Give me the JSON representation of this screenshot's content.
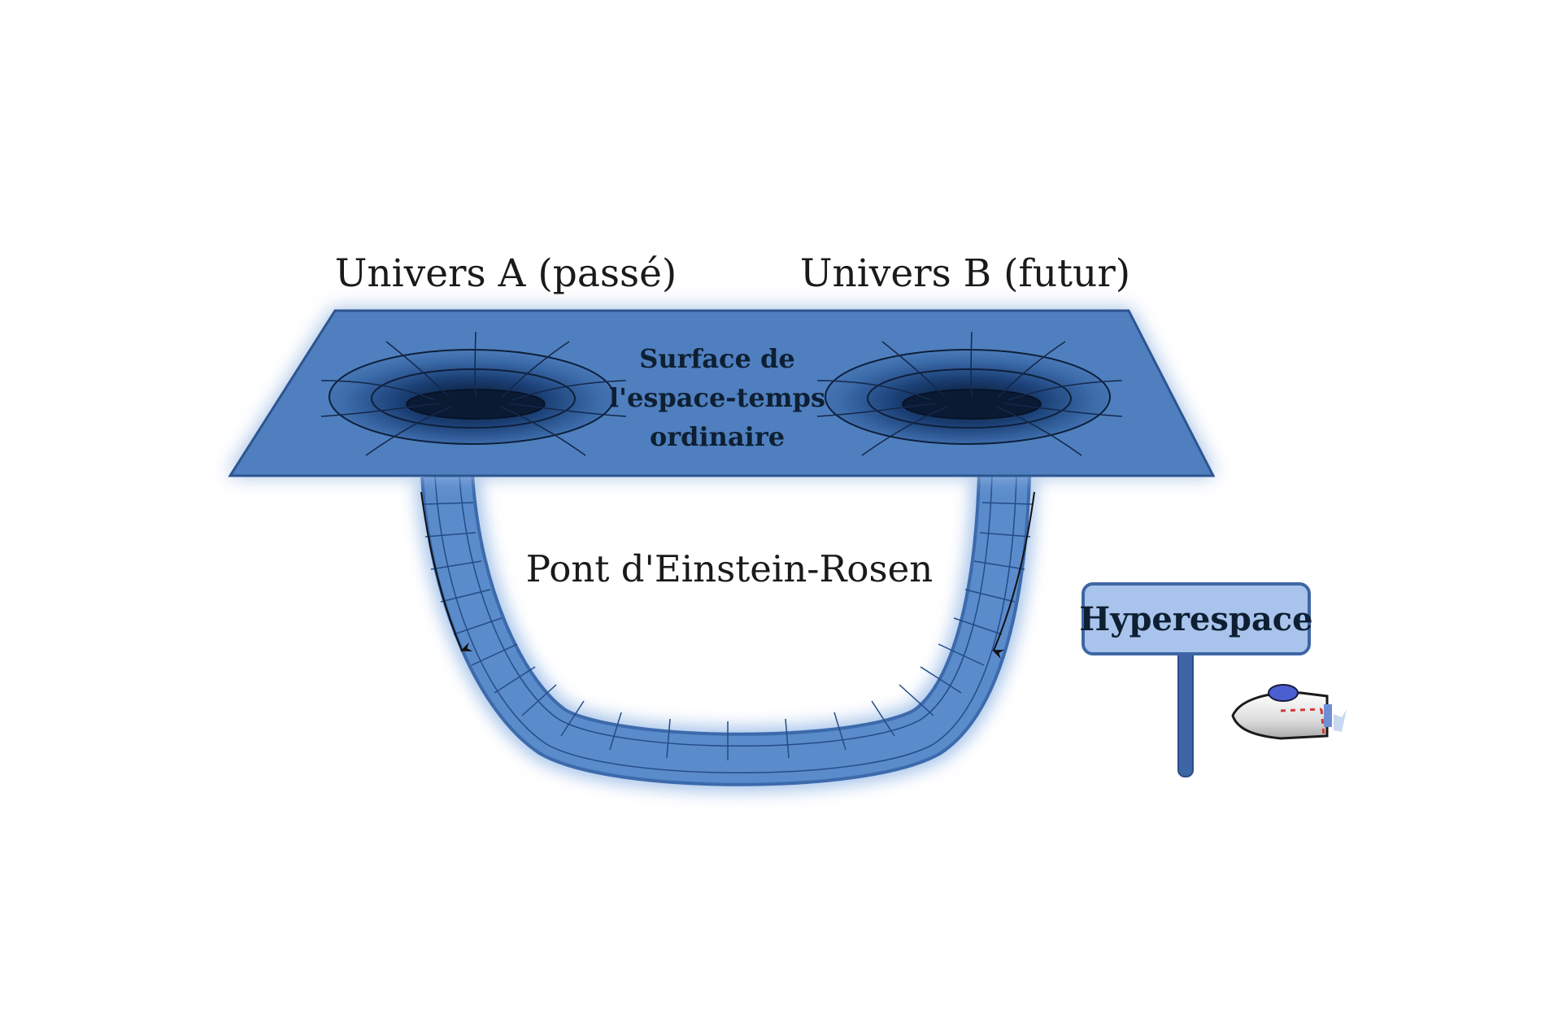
{
  "labels": {
    "universe_a": "Univers A (passé)",
    "universe_b": "Univers B (futur)",
    "surface_line1": "Surface de",
    "surface_line2": "l'espace-temps",
    "surface_line3": "ordinaire",
    "bridge": "Pont d'Einstein-Rosen",
    "sign": "Hyperespace"
  },
  "colors": {
    "sheet": "#4a7ab8",
    "sheet_edge": "#2d5590",
    "funnel_dark": "#0c1e3c",
    "tube": "#4e7fc0",
    "glow": "#9fbde4",
    "sign_fill": "#a9c4ec",
    "sign_edge": "#3e66a4"
  }
}
